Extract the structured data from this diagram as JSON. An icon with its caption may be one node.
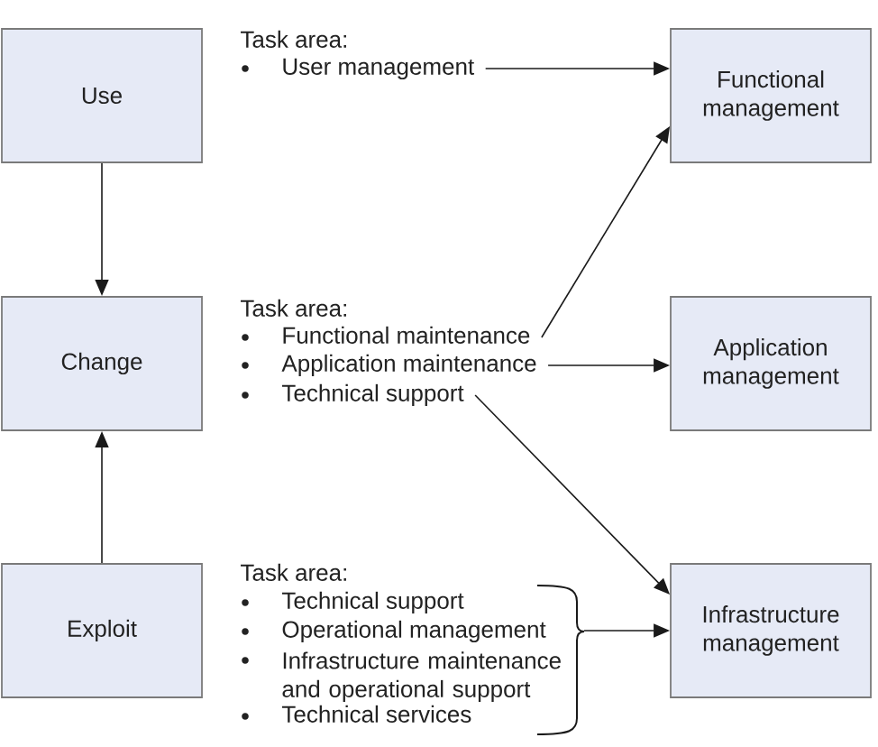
{
  "diagram": {
    "nodes": [
      {
        "text": [
          "Use"
        ]
      },
      {
        "text": [
          "User management"
        ]
      },
      {
        "text": [
          "Functional management"
        ]
      },
      {
        "text": [
          "Change"
        ]
      },
      {
        "text": [
          "Functional maintenance"
        ]
      },
      {
        "text": [
          "Application maintenance"
        ]
      },
      {
        "text": [
          "Technical support"
        ]
      },
      {
        "text": [
          "Application management"
        ]
      },
      {
        "text": [
          "Exploit"
        ]
      },
      {
        "text": [
          "Technical support",
          "Operational management",
          "Infrastructure maintenance and operational support",
          "Technical services"
        ]
      },
      {
        "text": [
          "Infrastructure management"
        ]
      }
    ],
    "edges": [
      {
        "from": 0,
        "to": 3,
        "arrow": "to"
      },
      {
        "from": 1,
        "to": 2,
        "arrow": "to"
      },
      {
        "from": 4,
        "to": 2,
        "arrow": "to"
      },
      {
        "from": 5,
        "to": 7,
        "arrow": "to"
      },
      {
        "from": 6,
        "to": 10,
        "arrow": "to"
      },
      {
        "from": 8,
        "to": 3,
        "arrow": "to"
      },
      {
        "from": 9,
        "to": 10,
        "arrow": "to"
      }
    ],
    "labels": [
      "Task area:",
      "Task area:",
      "Task area:"
    ]
  }
}
